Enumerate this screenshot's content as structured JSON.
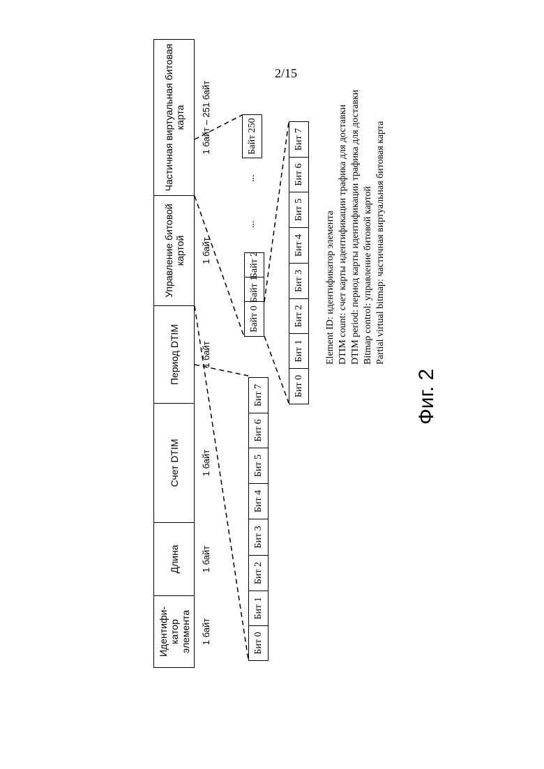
{
  "page_number": "2/15",
  "figure_caption": "Фиг. 2",
  "fields": [
    {
      "label": "Идентифи-катор элемента",
      "size": "1 байт"
    },
    {
      "label": "Длина",
      "size": "1 байт"
    },
    {
      "label": "Счет DTIM",
      "size": "1 байт"
    },
    {
      "label": "Период DTIM",
      "size": "1 байт"
    },
    {
      "label": "Управление битовой картой",
      "size": "1 байт"
    },
    {
      "label": "Частичная виртуальная битовая карта",
      "size": "1 байт – 251 байт"
    }
  ],
  "bitmap_control_bits": [
    "Бит 0",
    "Бит 1",
    "Бит 2",
    "Бит 3",
    "Бит 4",
    "Бит 5",
    "Бит 6",
    "Бит 7"
  ],
  "pvb_bytes": [
    "Байт 0",
    "Байт 1",
    "Байт 2"
  ],
  "pvb_last_byte": "Байт 250",
  "pvb_byte_bits": [
    "Бит 0",
    "Бит 1",
    "Бит 2",
    "Бит 3",
    "Бит 4",
    "Бит 5",
    "Бит 6",
    "Бит 7"
  ],
  "ellipsis": "...",
  "legend": [
    "Element ID: идентификатор элемента",
    "DTIM count: счет карты идентификации трафика для доставки",
    "DTIM period: период карты идентификации трафика для доставки",
    "Bitmap control: управление битовой картой",
    "Partial virtual bitmap: частичная виртуальная битовая карта"
  ]
}
